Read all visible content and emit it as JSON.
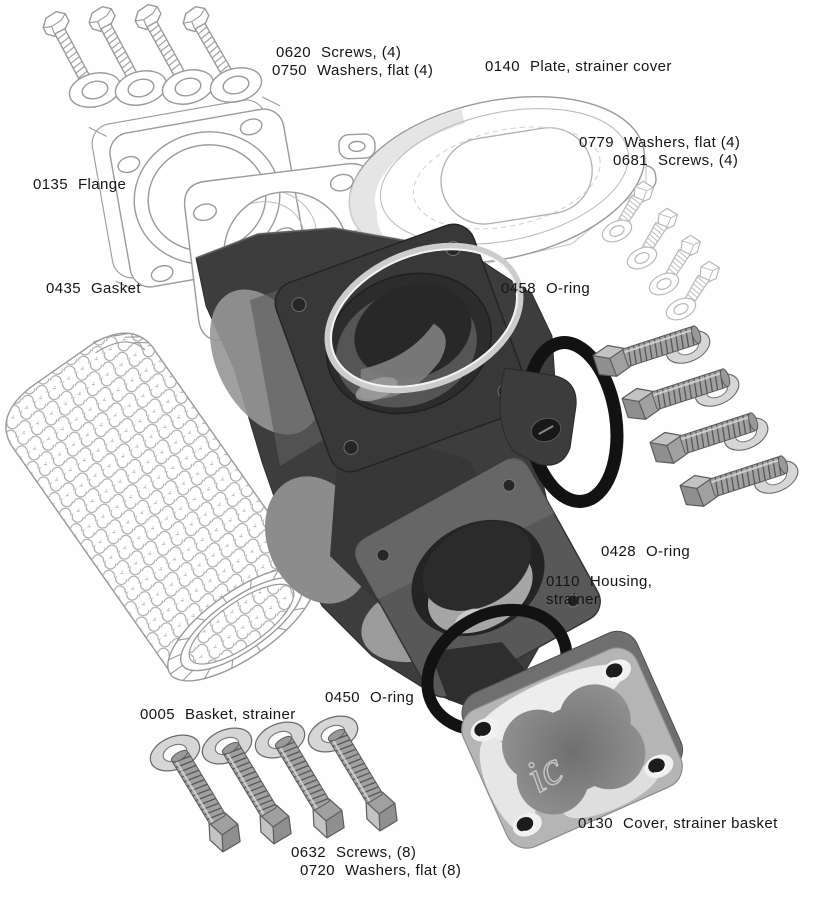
{
  "parts": [
    {
      "number": "0620",
      "name": "Screws, (4)"
    },
    {
      "number": "0750",
      "name": "Washers, flat (4)"
    },
    {
      "number": "0140",
      "name": "Plate, strainer cover"
    },
    {
      "number": "0779",
      "name": "Washers, flat (4)"
    },
    {
      "number": "0681",
      "name": "Screws, (4)"
    },
    {
      "number": "0135",
      "name": "Flange"
    },
    {
      "number": "0435",
      "name": "Gasket"
    },
    {
      "number": "0458",
      "name": "O-ring"
    },
    {
      "number": "0428",
      "name": "O-ring"
    },
    {
      "number": "0110",
      "name": "Housing,",
      "name2": "strainer"
    },
    {
      "number": "0450",
      "name": "O-ring"
    },
    {
      "number": "0005",
      "name": "Basket, strainer"
    },
    {
      "number": "0130",
      "name": "Cover, strainer basket"
    },
    {
      "number": "0632",
      "name": "Screws, (8)"
    },
    {
      "number": "0720",
      "name": "Washers, flat (8)"
    }
  ],
  "icons": {
    "cover_logo": "ic-monogram"
  },
  "colors": {
    "label_text": "#151515",
    "background": "#fefefe",
    "line_art": "#9a9a9a",
    "line_art_light": "#b8b8b8",
    "housing_dark": "#3d3d3d",
    "housing_light": "#969696",
    "oring_black": "#121212",
    "oring_light_gray": "#cccccc",
    "bolt_gray": "#a0a0a0",
    "washer_gray": "#d6d6d6",
    "cover_gray": "#b5b5b5"
  }
}
